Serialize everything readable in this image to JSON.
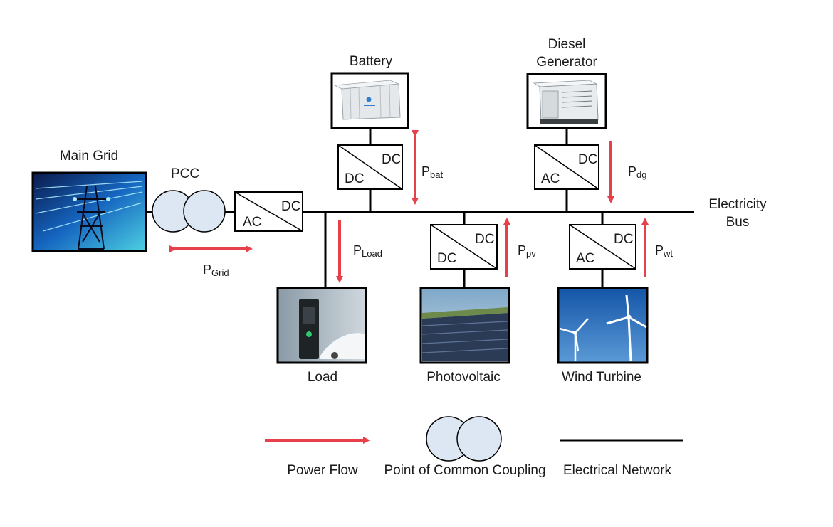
{
  "colors": {
    "power_flow": "#e8404a",
    "pcc_fill": "#dce7f3",
    "network": "#000000"
  },
  "labels": {
    "main_grid": "Main Grid",
    "pcc": "PCC",
    "battery": "Battery",
    "diesel_line1": "Diesel",
    "diesel_line2": "Generator",
    "electricity_line1": "Electricity",
    "electricity_line2": "Bus",
    "load": "Load",
    "photovoltaic": "Photovoltaic",
    "wind_turbine": "Wind Turbine"
  },
  "converters": {
    "grid": {
      "left": "AC",
      "right": "DC"
    },
    "battery": {
      "left": "DC",
      "right": "DC"
    },
    "diesel": {
      "left": "AC",
      "right": "DC"
    },
    "pv": {
      "left": "DC",
      "right": "DC"
    },
    "wind": {
      "left": "AC",
      "right": "DC"
    }
  },
  "power": {
    "grid": {
      "main": "P",
      "sub": "Grid"
    },
    "bat": {
      "main": "P",
      "sub": "bat"
    },
    "dg": {
      "main": "P",
      "sub": "dg"
    },
    "load": {
      "main": "P",
      "sub": "Load"
    },
    "pv": {
      "main": "P",
      "sub": "pv"
    },
    "wt": {
      "main": "P",
      "sub": "wt"
    }
  },
  "legend": {
    "power_flow": "Power Flow",
    "pcc": "Point of Common Coupling",
    "network": "Electrical Network"
  },
  "icons": {
    "main_grid": "transmission-tower-photo",
    "battery": "battery-storage-container-photo",
    "diesel": "diesel-generator-photo",
    "load": "ev-charger-photo",
    "pv": "solar-farm-photo",
    "wind": "wind-turbine-photo"
  }
}
